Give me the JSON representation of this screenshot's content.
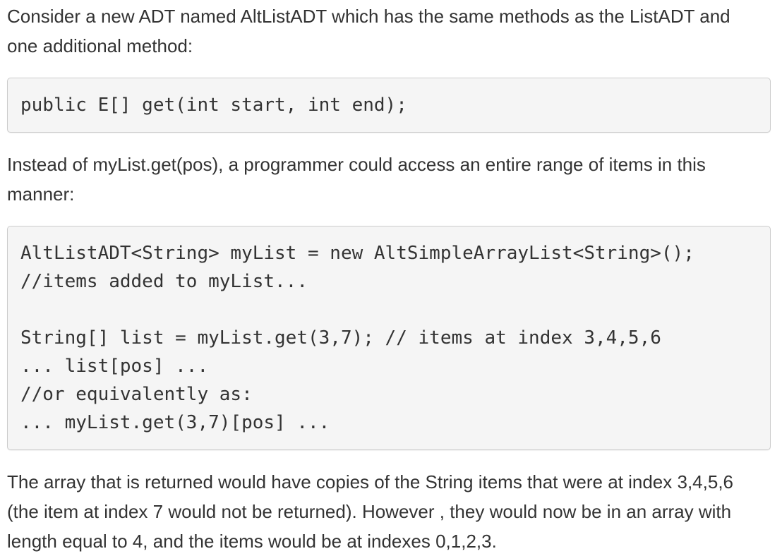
{
  "page": {
    "background_color": "#ffffff",
    "text_color": "#333333",
    "code_background_color": "#f5f5f5",
    "code_border_color": "#cccccc"
  },
  "paragraphs": [
    {
      "name": "intro-paragraph",
      "lines": [
        "Consider a new ADT named AltListADT which has the same methods as the ListADT and",
        "one additional method:"
      ]
    },
    {
      "name": "usage-paragraph",
      "lines": [
        "Instead of myList.get(pos), a programmer could access an entire range of items in this",
        "manner:"
      ]
    },
    {
      "name": "explanation-paragraph",
      "lines": [
        "The array that is returned would have copies of the String items that were at index 3,4,5,6",
        "(the item at index 7 would not be returned). However , they would now be in an array with",
        "length equal to 4, and the items would be at indexes 0,1,2,3."
      ]
    }
  ],
  "code_blocks": [
    {
      "name": "method-signature-code-block",
      "lines": [
        "public E[] get(int start, int end);"
      ]
    },
    {
      "name": "usage-example-code-block",
      "lines": [
        "AltListADT<String> myList = new AltSimpleArrayList<String>();",
        "//items added to myList...",
        "",
        "String[] list = myList.get(3,7); // items at index 3,4,5,6",
        "... list[pos] ...",
        "//or equivalently as:",
        "... myList.get(3,7)[pos] ..."
      ]
    }
  ]
}
